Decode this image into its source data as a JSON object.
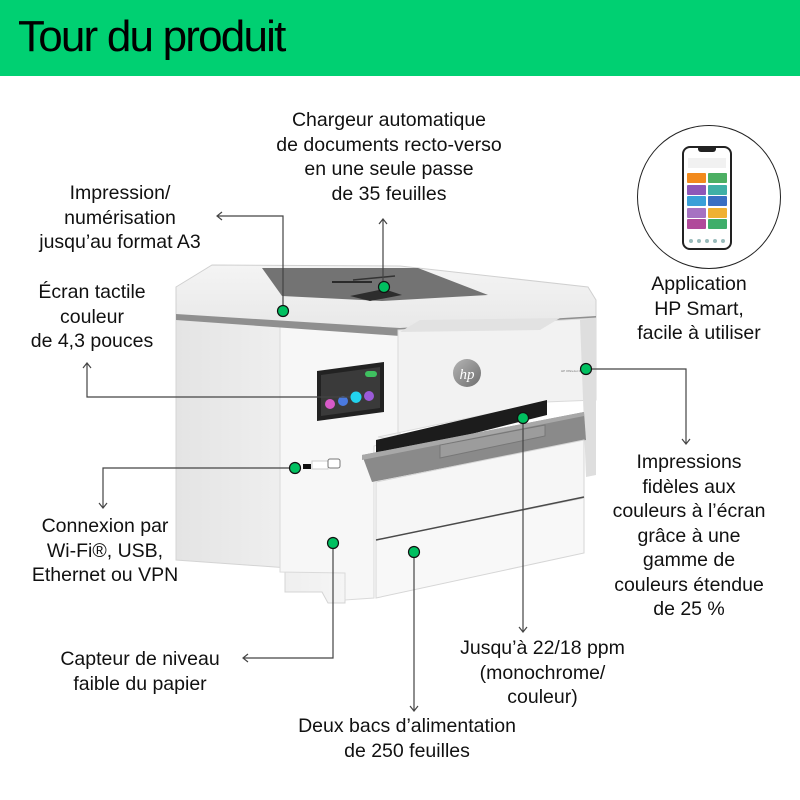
{
  "header": {
    "title": "Tour du produit",
    "background_color": "#00d072"
  },
  "callouts": {
    "adf": {
      "lines": [
        "Chargeur automatique",
        "de documents recto-verso",
        "en une seule passe",
        "de 35 feuilles"
      ]
    },
    "a3": {
      "lines": [
        "Impression/",
        "numérisation",
        "jusqu’au format A3"
      ]
    },
    "touchscreen": {
      "lines": [
        "Écran tactile",
        "couleur",
        "de 4,3 pouces"
      ]
    },
    "app": {
      "lines": [
        "Application",
        "HP Smart,",
        "facile à utiliser"
      ]
    },
    "connectivity": {
      "lines": [
        "Connexion par",
        "Wi-Fi®, USB,",
        "Ethernet ou VPN"
      ]
    },
    "color": {
      "lines": [
        "Impressions",
        "fidèles aux",
        "couleurs à l’écran",
        "grâce à une",
        "gamme de",
        "couleurs étendue",
        "de 25 %"
      ]
    },
    "paper_sensor": {
      "lines": [
        "Capteur de niveau",
        "faible du papier"
      ]
    },
    "speed": {
      "lines": [
        "Jusqu’à 22/18 ppm",
        "(monochrome/",
        "couleur)"
      ]
    },
    "trays": {
      "lines": [
        "Deux bacs d’alimentation",
        "de 250 feuilles"
      ]
    }
  },
  "product": {
    "brand_logo": "hp",
    "marker_color": "#00c060",
    "touchscreen_marker_color": "#22d3ee"
  },
  "app_tiles": [
    "#f28a1c",
    "#4caf63",
    "#8e57b8",
    "#3fb0a6",
    "#3aa0d8",
    "#3a6fc2",
    "#a672c2",
    "#f0b132",
    "#b04a9a",
    "#3fae6a"
  ]
}
